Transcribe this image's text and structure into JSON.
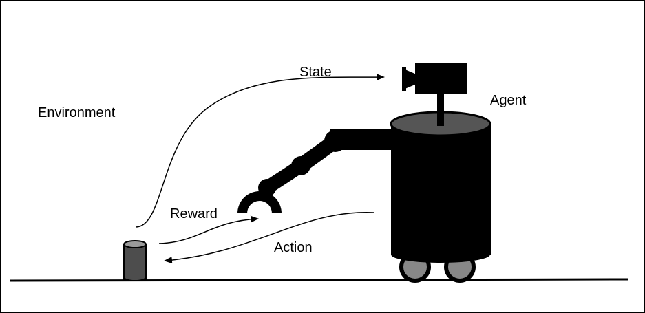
{
  "labels": {
    "environment": "Environment",
    "state": "State",
    "agent": "Agent",
    "reward": "Reward",
    "action": "Action"
  },
  "colors": {
    "background": "#ffffff",
    "ink": "#000000",
    "robot_top": "#555555",
    "wheel": "#888888",
    "can_body": "#4d4d4d",
    "can_top": "#9a9a9a"
  }
}
